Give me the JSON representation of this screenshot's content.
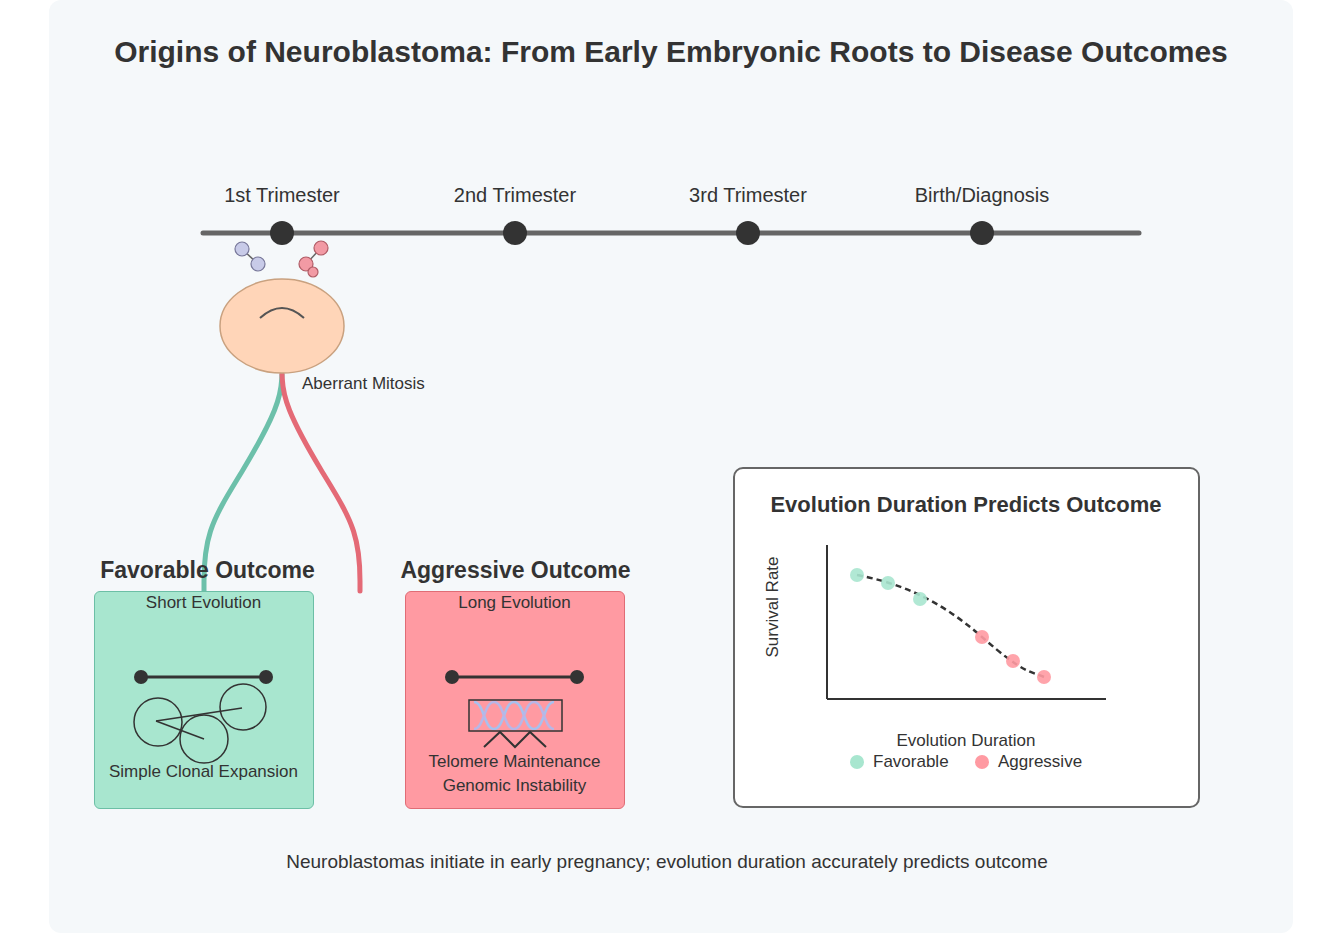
{
  "diagram": {
    "title": "Origins of Neuroblastoma: From Early Embryonic Roots to Disease Outcomes",
    "caption": "Neuroblastomas initiate in early pregnancy; evolution duration accurately predicts outcome",
    "nodes": [
      {
        "text": [
          "Aberrant Mitosis"
        ]
      },
      {
        "text": [
          "Favorable Outcome",
          "Short Evolution",
          "Simple Clonal Expansion"
        ]
      },
      {
        "text": [
          "Aggressive Outcome",
          "Long Evolution",
          "Telomere Maintenance Genomic Instability"
        ]
      },
      {
        "text": [
          "Evolution Duration Predicts Outcome",
          "Survival Rate",
          "Evolution Duration"
        ]
      }
    ],
    "edges": [
      {
        "from": 0,
        "to": 1,
        "arrow": "none"
      },
      {
        "from": 0,
        "to": 2,
        "arrow": "none"
      }
    ],
    "labels": [
      "1st Trimester",
      "2nd Trimester",
      "3rd Trimester",
      "Birth/Diagnosis"
    ],
    "legend": [
      {
        "text": "Favorable",
        "color": "#a8e6cf"
      },
      {
        "text": "Aggressive",
        "color": "#ff9aa2"
      }
    ]
  }
}
